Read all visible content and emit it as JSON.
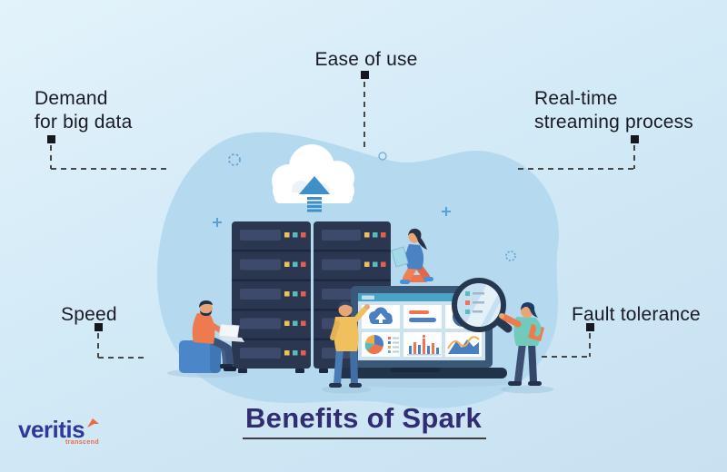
{
  "title": {
    "text": "Benefits of Spark"
  },
  "benefits": {
    "ease_of_use": {
      "label": "Ease of use"
    },
    "demand_big_data": {
      "line1": "Demand",
      "line2": "for big data"
    },
    "realtime_streaming": {
      "line1": "Real-time",
      "line2": "streaming process"
    },
    "speed": {
      "label": "Speed"
    },
    "fault_tolerance": {
      "label": "Fault tolerance"
    }
  },
  "logo": {
    "brand": "veritis",
    "tagline": "transcend"
  },
  "colors": {
    "background_top": "#e3f3fb",
    "background_bottom": "#c7e1f1",
    "blob": "#b5d9ee",
    "server_body": "#2b3650",
    "server_slot": "#3d4a6b",
    "light_yellow": "#eebf5a",
    "light_teal": "#56bcc0",
    "light_orange": "#e4604e",
    "accent_blue": "#4a7fc1",
    "accent_orange": "#ee7450",
    "label_text": "#1b1b26",
    "connector": "#474747",
    "title_text": "#322c72",
    "logo_blue": "#2b3a9b",
    "logo_orange": "#ee6a3c"
  },
  "illustration": {
    "icons": [
      "cloud-upload-icon",
      "server-rack-icon",
      "laptop-dashboard-icon",
      "magnifier-icon",
      "pie-chart-icon",
      "bar-chart-icon",
      "area-chart-icon",
      "donut-chart-icon",
      "plus-decor-icon",
      "dashed-circle-decor-icon"
    ],
    "people": [
      "man-sitting-on-cube-with-laptop",
      "man-pointing-at-screen",
      "woman-kneeling-with-tablet",
      "man-holding-magnifier"
    ]
  }
}
